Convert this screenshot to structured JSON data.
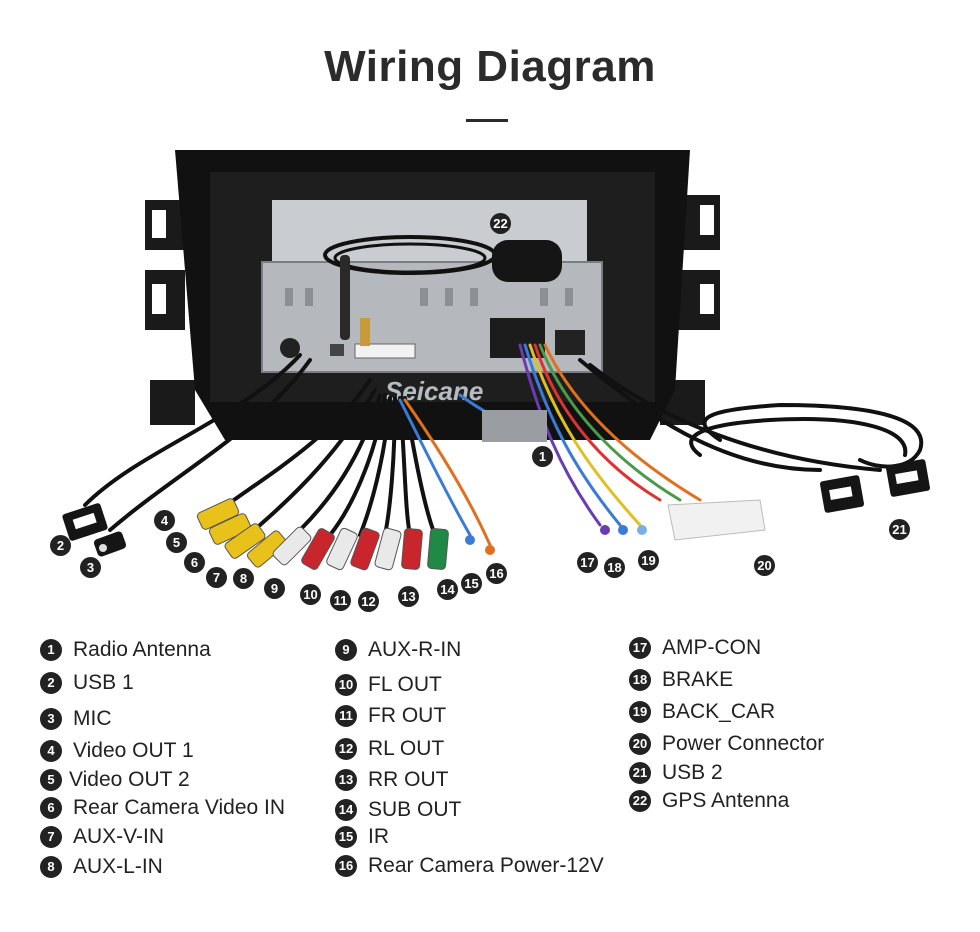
{
  "title": "Wiring Diagram",
  "watermark": "Seicane",
  "legend": [
    {
      "num": "1",
      "label": "Radio Antenna"
    },
    {
      "num": "2",
      "label": "USB 1"
    },
    {
      "num": "3",
      "label": "MIC"
    },
    {
      "num": "4",
      "label": "Video OUT 1"
    },
    {
      "num": "5",
      "label": "Video OUT 2"
    },
    {
      "num": "6",
      "label": "Rear Camera Video IN"
    },
    {
      "num": "7",
      "label": "AUX-V-IN"
    },
    {
      "num": "8",
      "label": "AUX-L-IN"
    },
    {
      "num": "9",
      "label": "AUX-R-IN"
    },
    {
      "num": "10",
      "label": "FL OUT"
    },
    {
      "num": "11",
      "label": "FR OUT"
    },
    {
      "num": "12",
      "label": "RL OUT"
    },
    {
      "num": "13",
      "label": "RR OUT"
    },
    {
      "num": "14",
      "label": "SUB OUT"
    },
    {
      "num": "15",
      "label": "IR"
    },
    {
      "num": "16",
      "label": "Rear Camera Power-12V"
    },
    {
      "num": "17",
      "label": "AMP-CON"
    },
    {
      "num": "18",
      "label": "BRAKE"
    },
    {
      "num": "19",
      "label": "BACK_CAR"
    },
    {
      "num": "20",
      "label": "Power Connector"
    },
    {
      "num": "21",
      "label": "USB 2"
    },
    {
      "num": "22",
      "label": "GPS Antenna"
    }
  ],
  "colors": {
    "frame": "#1a1a1a",
    "unit": "#c9ccd0",
    "rca_yellow": "#e8c21a",
    "rca_white": "#e9e9e9",
    "rca_red": "#c8262c",
    "rca_green": "#1f8a45"
  }
}
